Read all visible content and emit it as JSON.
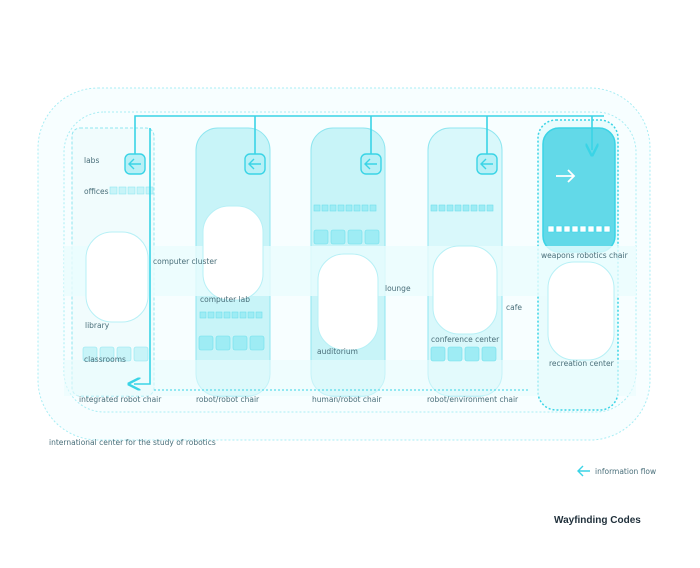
{
  "diagram": {
    "title": "Wayfinding Codes",
    "building_label": "international center for the study of robotics",
    "legend_label": "information flow",
    "rooms": {
      "labs": "labs",
      "offices": "offices",
      "computer_cluster": "computer cluster",
      "computer_lab": "computer lab",
      "library": "library",
      "classrooms": "classrooms",
      "auditorium": "auditorium",
      "lounge": "lounge",
      "conference_center": "conference center",
      "cafe": "cafe",
      "recreation_center": "recreation center",
      "weapons_robotics_chair": "weapons robotics chair"
    },
    "chairs": {
      "integrated": "integrated robot chair",
      "robot_robot": "robot/robot chair",
      "human_robot": "human/robot chair",
      "robot_environment": "robot/environment chair"
    },
    "colors": {
      "line": "#7fe3ef",
      "line_strong": "#3ad4e6",
      "fill_light": "#e6fbfd",
      "fill_mid": "#b7f0f6",
      "fill_strong": "#62d9e8",
      "text": "#4a6f7a"
    }
  }
}
